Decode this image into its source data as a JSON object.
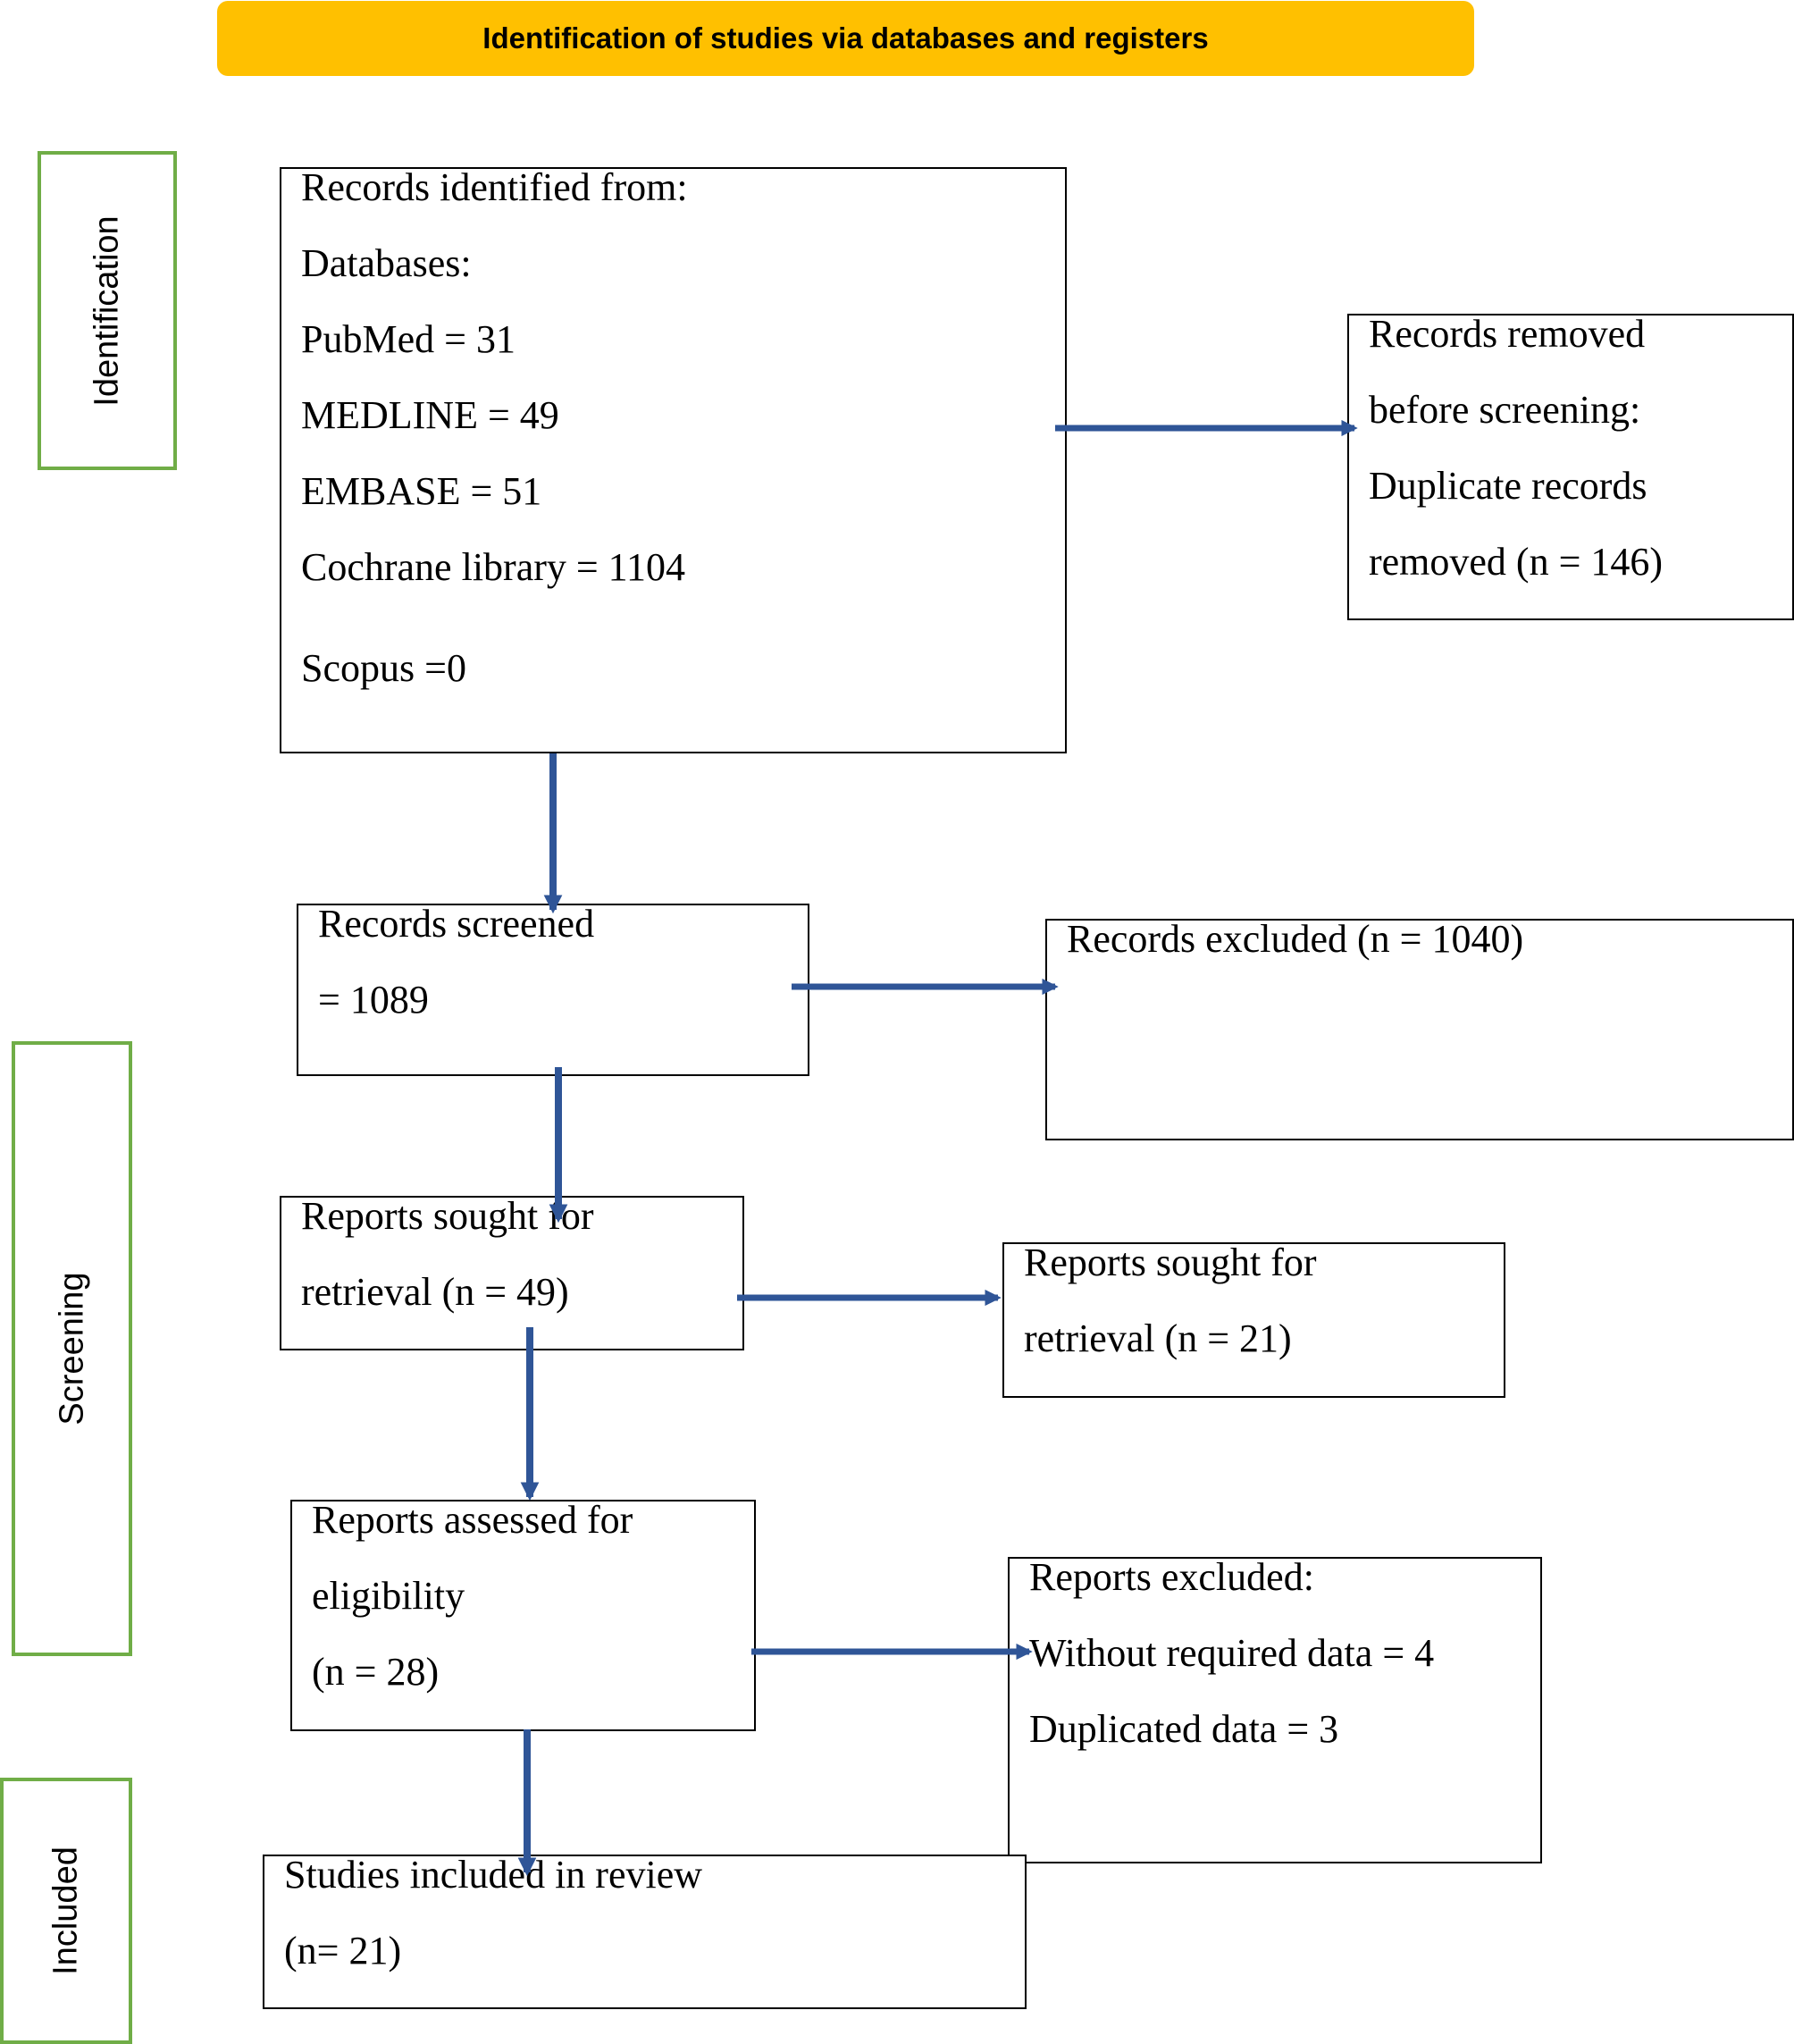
{
  "banner": {
    "title": "Identification of studies via databases and registers"
  },
  "phases": {
    "identification": "Identification",
    "screening": "Screening",
    "included": "Included"
  },
  "boxes": {
    "records_identified": {
      "lines": [
        "Records identified from:",
        "Databases:",
        "PubMed = 31",
        "MEDLINE = 49",
        "EMBASE = 51",
        "Cochrane library  = 1104",
        "Scopus =0"
      ]
    },
    "records_removed": {
      "lines": [
        "Records removed",
        "before screening:",
        "Duplicate records",
        "removed (n = 146)"
      ]
    },
    "records_screened": {
      "lines": [
        "Records screened",
        "= 1089"
      ]
    },
    "records_excluded": {
      "lines": [
        "Records excluded (n = 1040)"
      ]
    },
    "reports_sought": {
      "lines": [
        "Reports sought for",
        "retrieval (n = 49)"
      ]
    },
    "reports_not_retrieved": {
      "lines": [
        "Reports sought for",
        "retrieval (n = 21)"
      ]
    },
    "reports_assessed": {
      "lines": [
        "Reports assessed for",
        "eligibility",
        "(n = 28)"
      ]
    },
    "reports_excluded": {
      "lines": [
        "Reports excluded:",
        "Without required data = 4",
        "Duplicated data = 3"
      ]
    },
    "studies_included": {
      "lines": [
        "Studies included in review",
        "(n= 21)"
      ]
    }
  },
  "colors": {
    "banner": "#ffc000",
    "phase_border": "#70ad47",
    "arrow": "#2f5597",
    "box_border": "#000000"
  }
}
